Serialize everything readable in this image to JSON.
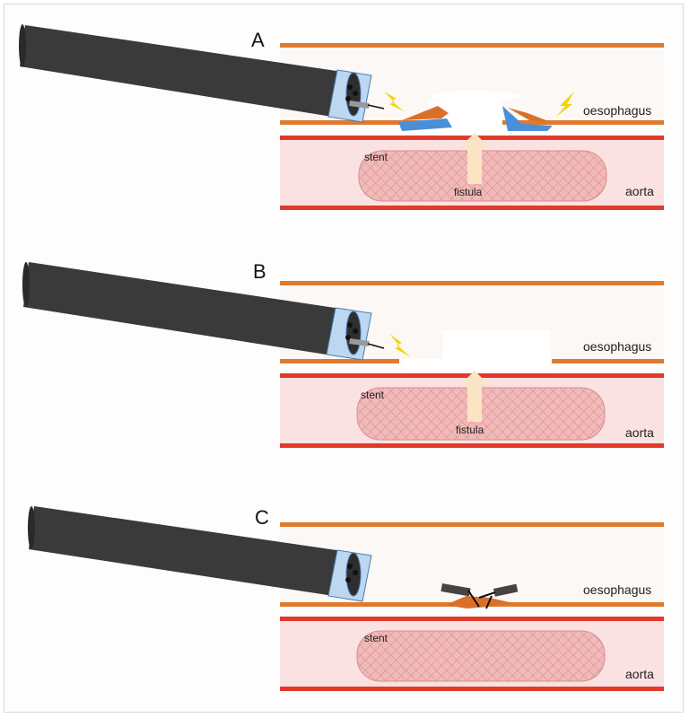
{
  "panels": [
    {
      "letter": "A",
      "oesophagus": "oesophagus",
      "aorta": "aorta",
      "stent": "stent",
      "fistula": "fistula"
    },
    {
      "letter": "B",
      "oesophagus": "oesophagus",
      "aorta": "aorta",
      "stent": "stent",
      "fistula": "fistula"
    },
    {
      "letter": "C",
      "oesophagus": "oesophagus",
      "aorta": "aorta",
      "stent": "stent"
    }
  ],
  "colors": {
    "oesophagus_wall": "#e07a2f",
    "aorta_wall": "#e23a2a",
    "aorta_fill": "#fbe2e2",
    "stent_fill": "#f0b3b3",
    "endoscope": "#3a3a3a",
    "cap": "#bcd8f0",
    "flap": "#4a90d9",
    "tissue": "#d9702a",
    "spark": "#f5d400",
    "fistula_arrow": "#fbe4c4"
  }
}
